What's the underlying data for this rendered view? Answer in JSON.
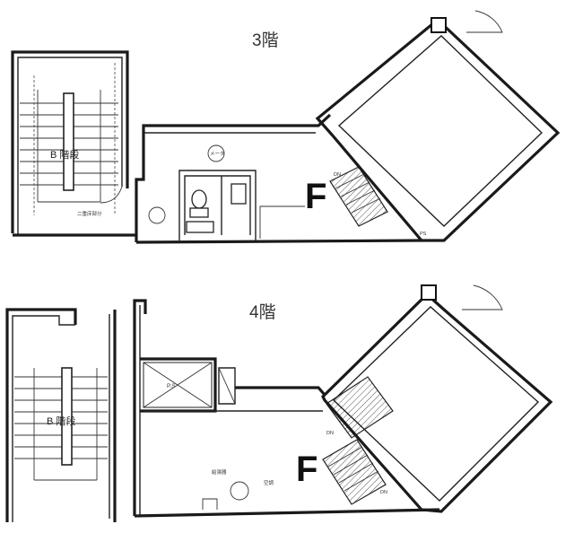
{
  "floors": [
    {
      "label": "3階",
      "stair_label": "B 階段",
      "room_mark": "F",
      "pipe_note": "二重床部分",
      "meter_note": "メータ",
      "stair_tag": "DN",
      "pipe_tag": "PS"
    },
    {
      "label": "4階",
      "stair_label": "B 階段",
      "room_mark": "F",
      "ps_label": "P.S",
      "hot_water_note": "給湯器",
      "equip_note": "空調",
      "stair_tag": "DN",
      "pipe_tag": "DN"
    }
  ]
}
